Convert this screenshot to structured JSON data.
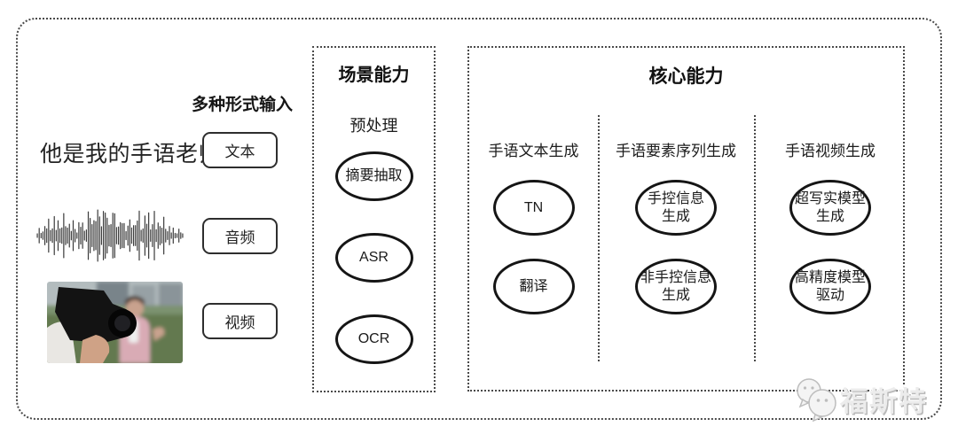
{
  "input_section": {
    "label": "多种形式输入",
    "sentence": "他是我的手语老师",
    "waveform_icon": "audio-waveform-icon",
    "photo_icon": "camera-interview-photo",
    "items": [
      {
        "label": "文本"
      },
      {
        "label": "音频"
      },
      {
        "label": "视频"
      }
    ]
  },
  "scene_box": {
    "title": "场景能力",
    "subtitle": "预处理",
    "nodes": [
      "摘要抽取",
      "ASR",
      "OCR"
    ]
  },
  "core_box": {
    "title": "核心能力",
    "columns": [
      {
        "label": "手语文本生成",
        "nodes": [
          "TN",
          "翻译"
        ]
      },
      {
        "label": "手语要素序列生成",
        "nodes": [
          "手控信息\n生成",
          "非手控信息\n生成"
        ]
      },
      {
        "label": "手语视频生成",
        "nodes": [
          "超写实模型\n生成",
          "高精度模型\n驱动"
        ]
      }
    ]
  },
  "watermark": {
    "text": "福斯特",
    "icon": "chat-mascot-icon",
    "color": "#cccccc"
  },
  "style": {
    "border_color": "#4a4a4a",
    "node_stroke": "#151515",
    "background": "#ffffff"
  }
}
